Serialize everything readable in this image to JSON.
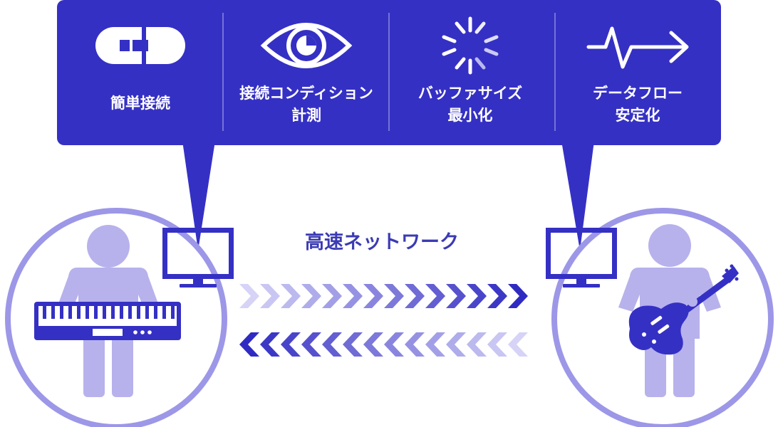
{
  "features": [
    {
      "icon": "link-icon",
      "line1": "簡単接続",
      "line2": ""
    },
    {
      "icon": "eye-icon",
      "line1": "接続コンディション",
      "line2": "計測"
    },
    {
      "icon": "spinner-icon",
      "line1": "バッファサイズ",
      "line2": "最小化"
    },
    {
      "icon": "pulse-arrow-icon",
      "line1": "データフロー",
      "line2": "安定化"
    }
  ],
  "network_label": "高速ネットワーク",
  "colors": {
    "banner": "#3530c4",
    "accent": "#9d97e8",
    "person": "#b7b2ec",
    "instrument": "#3530c4"
  }
}
